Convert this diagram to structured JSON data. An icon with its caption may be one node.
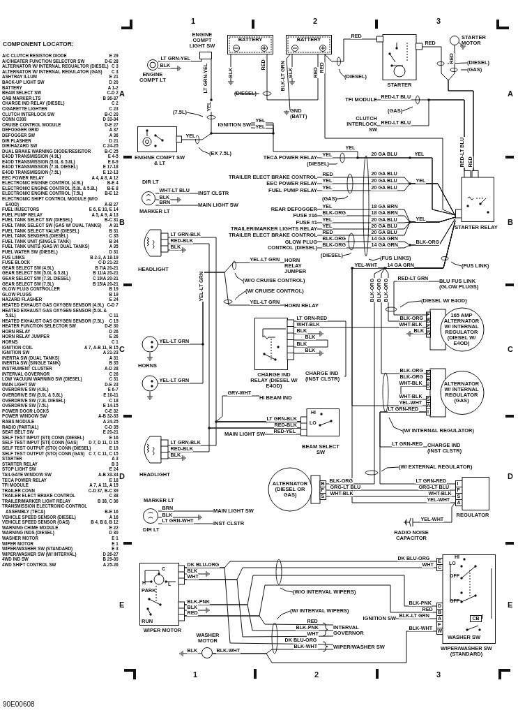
{
  "diagram": {
    "nodes": [
      {
        "text": [
          "ENGINE COMPT LIGHT SW"
        ]
      },
      {
        "text": [
          "ENGINE COMPT LT"
        ]
      },
      {
        "text": [
          "BATTERY"
        ]
      },
      {
        "text": [
          "BATTERY"
        ]
      },
      {
        "text": [
          "STARTER"
        ]
      },
      {
        "text": [
          "STARTER MOTOR"
        ]
      },
      {
        "text": [
          "GND (BATT)"
        ]
      },
      {
        "text": [
          "TFI MODULE"
        ]
      },
      {
        "text": [
          "CLUTCH INTERLOCK SW"
        ]
      },
      {
        "text": [
          "ENGINE COMPT SW & LT"
        ]
      },
      {
        "text": [
          "IGNITION SW"
        ]
      },
      {
        "text": [
          "TECA POWER RELAY"
        ]
      },
      {
        "text": [
          "STARTER RELAY"
        ]
      },
      {
        "text": [
          "TRAILER ELECT BRAKE CONTROL"
        ]
      },
      {
        "text": [
          "EEC POWER RELAY"
        ]
      },
      {
        "text": [
          "FUEL PUMP RELAY"
        ]
      },
      {
        "text": [
          "REAR DEFOGGER"
        ]
      },
      {
        "text": [
          "FUSE #16"
        ]
      },
      {
        "text": [
          "FUSE #1"
        ]
      },
      {
        "text": [
          "TRAILER/MARKER LIGHTS RELAY"
        ]
      },
      {
        "text": [
          "TRAILER ELECT BRAKE CONTROL"
        ]
      },
      {
        "text": [
          "GLOW PLUG CONTROL (DIESEL)"
        ]
      },
      {
        "text": [
          "DIR LT",
          "MARKER LT"
        ]
      },
      {
        "text": [
          "INST CLSTR"
        ]
      },
      {
        "text": [
          "MAIN LIGHT SW"
        ]
      },
      {
        "text": [
          "HEADLIGHT"
        ]
      },
      {
        "text": [
          "HORN RELAY JUMPER"
        ]
      },
      {
        "text": [
          "HORN RELAY"
        ]
      },
      {
        "text": [],
        "shape": "circle"
      },
      {
        "text": [],
        "shape": "circle"
      },
      {
        "text": [
          "CHARGE IND RELAY (DIESEL W/ E4OD)"
        ]
      },
      {
        "text": [
          "CHARGE IND (INST CLSTR)"
        ]
      },
      {
        "text": [
          "HI BEAM IND"
        ]
      },
      {
        "text": [
          "BEAM SELECT SW"
        ]
      },
      {
        "text": [
          "MAIN LIGHT SW"
        ]
      },
      {
        "text": [
          "HEADLIGHT"
        ]
      },
      {
        "text": [
          "BLU FUS LINK (GLOW PLUGS)"
        ]
      },
      {
        "text": [
          "165 AMP ALTERNATOR W/ INTERNAL REGULATOR (DIESEL W/ E4OD)"
        ]
      },
      {
        "text": [
          "ALTERNATOR W/ INTERNAL REGULATOR (GAS)"
        ]
      },
      {
        "text": [
          "CHARGE IND (INST CLSTR)"
        ]
      },
      {
        "text": [
          "ALTERNATOR (DIESEL OR GAS)"
        ]
      },
      {
        "text": [
          "REGULATOR"
        ]
      },
      {
        "text": [
          "RADIO NOISE CAPACITOR"
        ]
      },
      {
        "text": [
          "MARKER LT",
          "DIR LT"
        ]
      },
      {
        "text": [
          "MAIN LIGHT SW"
        ]
      },
      {
        "text": [
          "INST CLSTR"
        ]
      },
      {
        "text": [
          "WIPER MOTOR"
        ]
      },
      {
        "text": [
          "WASHER MOTOR"
        ]
      },
      {
        "text": [
          "INTERVAL GOVERNOR"
        ]
      },
      {
        "text": [
          "WIPER/WASHER SW"
        ]
      },
      {
        "text": [
          "IGNITION SW"
        ]
      },
      {
        "text": [
          "WIPER/WASHER SW (STANDARD)"
        ]
      },
      {
        "text": [
          "CB"
        ],
        "in": 51
      },
      {
        "text": [
          "(DIESEL)"
        ]
      },
      {
        "text": [
          "(DIESEL)"
        ]
      },
      {
        "text": [
          "(DIESEL)"
        ]
      },
      {
        "text": [
          "(GAS)"
        ]
      },
      {
        "text": [
          "(GAS)"
        ]
      },
      {
        "text": [
          "(7.5L)"
        ]
      },
      {
        "text": [
          "(EX 7.5L)"
        ]
      },
      {
        "text": [
          "(DIESEL)"
        ]
      },
      {
        "text": [
          "(GAS)"
        ]
      },
      {
        "text": [
          "(DIESEL)"
        ]
      },
      {
        "text": [
          "(FUS LINKS)"
        ]
      },
      {
        "text": [
          "(FUS LINK)"
        ]
      },
      {
        "text": [
          "(W/O CRUISE CONTROL)"
        ]
      },
      {
        "text": [
          "(W/ CRUISE CONTROL)"
        ]
      },
      {
        "text": [
          "(DIESEL W/ E4OD)"
        ]
      },
      {
        "text": [
          "(W/ INTERNAL REGULATOR)"
        ]
      },
      {
        "text": [
          "(W/ EXTERNAL REGULATOR)"
        ]
      },
      {
        "text": [
          "(W/O INTERVAL WIPERS)"
        ]
      },
      {
        "text": [
          "(W/ INTERVAL WIPERS)"
        ]
      }
    ],
    "edges": [
      {
        "from": 1,
        "to": 0,
        "arrow": "none",
        "label": "LT GRN-YEL"
      },
      {
        "from": 10,
        "to": 0,
        "arrow": "none",
        "label": "LT GRN-YEL"
      },
      {
        "from": 10,
        "to": 9,
        "arrow": "none",
        "label": "YEL"
      },
      {
        "from": 2,
        "to": 3,
        "arrow": "none",
        "label": "RED"
      },
      {
        "from": 3,
        "to": 6,
        "arrow": "none",
        "label": "BLK-LT GRN"
      },
      {
        "from": 3,
        "to": 4,
        "arrow": "none",
        "label": "RED"
      },
      {
        "from": 3,
        "to": 12,
        "arrow": "none",
        "label": "RED"
      },
      {
        "from": 4,
        "to": 12,
        "arrow": "none",
        "label": "RED"
      },
      {
        "from": 5,
        "to": 12,
        "arrow": "none",
        "label": "RED"
      },
      {
        "from": 7,
        "to": 12,
        "arrow": "none",
        "label": "RED-LT BLU"
      },
      {
        "from": 8,
        "to": 12,
        "arrow": "none",
        "label": "RED-LT BLU"
      },
      {
        "from": 10,
        "to": 12,
        "arrow": "none",
        "label": "YEL"
      },
      {
        "from": 11,
        "to": 12,
        "arrow": "none",
        "label": "YEL"
      },
      {
        "from": 13,
        "to": 12,
        "arrow": "none",
        "label": "RED"
      },
      {
        "from": 14,
        "to": 12,
        "arrow": "none",
        "label": "YEL"
      },
      {
        "from": 15,
        "to": 12,
        "arrow": "none",
        "label": "YEL"
      },
      {
        "from": 16,
        "to": 12,
        "arrow": "none",
        "label": "YEL"
      },
      {
        "from": 17,
        "to": 12,
        "arrow": "none",
        "label": "BLK-ORG"
      },
      {
        "from": 18,
        "to": 12,
        "arrow": "none",
        "label": "YEL"
      },
      {
        "from": 19,
        "to": 12,
        "arrow": "none",
        "label": "YEL"
      },
      {
        "from": 20,
        "to": 12,
        "arrow": "none",
        "label": "RED"
      },
      {
        "from": 21,
        "to": 12,
        "arrow": "none",
        "label": "BLK-ORG"
      },
      {
        "from": 22,
        "to": 23,
        "arrow": "none",
        "label": "WHT-LT BLU"
      },
      {
        "from": 22,
        "to": 24,
        "arrow": "none",
        "label": "BRN"
      },
      {
        "from": 25,
        "to": 33,
        "arrow": "none",
        "label": "LT GRN-BLK"
      },
      {
        "from": 25,
        "to": 33,
        "arrow": "none",
        "label": "RED-BLK"
      },
      {
        "from": 28,
        "to": 26,
        "arrow": "none",
        "label": "YEL-LT GRN"
      },
      {
        "from": 29,
        "to": 27,
        "arrow": "none",
        "label": "YEL-LT GRN"
      },
      {
        "from": 12,
        "to": 37,
        "arrow": "none",
        "label": "BLK-ORG"
      },
      {
        "from": 12,
        "to": 38,
        "arrow": "none",
        "label": "BLK-ORG"
      },
      {
        "from": 12,
        "to": 40,
        "arrow": "none",
        "label": "BLK-ORG"
      },
      {
        "from": 36,
        "to": 37,
        "arrow": "none",
        "label": "RED-LT GRN"
      },
      {
        "from": 30,
        "to": 31,
        "arrow": "none",
        "label": "LT GRN-RED"
      },
      {
        "from": 30,
        "to": 37,
        "arrow": "none",
        "label": "WHT-BLK"
      },
      {
        "from": 33,
        "to": 32,
        "arrow": "none",
        "label": "GRY-WHT"
      },
      {
        "from": 33,
        "to": 34,
        "arrow": "none",
        "label": "RED-YEL"
      },
      {
        "from": 35,
        "to": 33,
        "arrow": "none",
        "label": "LT GRN-BLK"
      },
      {
        "from": 35,
        "to": 33,
        "arrow": "none",
        "label": "RED-BLK"
      },
      {
        "from": 38,
        "to": 39,
        "arrow": "none",
        "label": "LT GRN-RED"
      },
      {
        "from": 40,
        "to": 41,
        "arrow": "none",
        "label": "ORG-LT BLU"
      },
      {
        "from": 40,
        "to": 41,
        "arrow": "none",
        "label": "WHT-BLK"
      },
      {
        "from": 41,
        "to": 42,
        "arrow": "none",
        "label": "YEL-WHT"
      },
      {
        "from": 43,
        "to": 44,
        "arrow": "none",
        "label": "BRN"
      },
      {
        "from": 43,
        "to": 45,
        "arrow": "none",
        "label": "LT GRN-WHT"
      },
      {
        "from": 46,
        "to": 51,
        "arrow": "none",
        "label": "DK BLU-ORG"
      },
      {
        "from": 46,
        "to": 51,
        "arrow": "none",
        "label": "WHT"
      },
      {
        "from": 46,
        "to": 51,
        "arrow": "none",
        "label": "BLK-PNK"
      },
      {
        "from": 46,
        "to": 51,
        "arrow": "none",
        "label": "RED"
      },
      {
        "from": 50,
        "to": 51,
        "arrow": "none",
        "label": "BLK-LT GRN"
      },
      {
        "from": 47,
        "to": 51,
        "arrow": "none",
        "label": "BLK-WHT"
      },
      {
        "from": 46,
        "to": 48,
        "arrow": "none",
        "label": "RED"
      },
      {
        "from": 46,
        "to": 48,
        "arrow": "none",
        "label": "BLK-PNK"
      },
      {
        "from": 46,
        "to": 48,
        "arrow": "none",
        "label": "WHT"
      },
      {
        "from": 46,
        "to": 49,
        "arrow": "none",
        "label": "DK BLU-ORG"
      },
      {
        "from": 47,
        "to": 49,
        "arrow": "none",
        "label": "BLK-WHT"
      },
      {
        "from": 12,
        "to": 38,
        "arrow": "none",
        "label": "YEL-WHT"
      },
      {
        "from": 12,
        "to": 41,
        "arrow": "none",
        "label": "YEL-WHT"
      },
      {
        "from": 38,
        "to": 41,
        "arrow": "none",
        "label": "LT GRN-RED"
      },
      {
        "from": 21,
        "to": 12,
        "arrow": "none",
        "label": "BLK-ORG"
      },
      {
        "from": 53,
        "to": null,
        "arrow": "none"
      },
      {
        "from": 54,
        "to": null,
        "arrow": "none"
      },
      {
        "from": 55,
        "to": null,
        "arrow": "none"
      },
      {
        "from": 56,
        "to": null,
        "arrow": "none"
      },
      {
        "from": 57,
        "to": null,
        "arrow": "none"
      },
      {
        "from": 58,
        "to": null,
        "arrow": "none"
      },
      {
        "from": 59,
        "to": null,
        "arrow": "none"
      },
      {
        "from": 60,
        "to": null,
        "arrow": "none"
      },
      {
        "from": 61,
        "to": null,
        "arrow": "none"
      },
      {
        "from": 62,
        "to": null,
        "arrow": "none"
      },
      {
        "from": 63,
        "to": null,
        "arrow": "none"
      },
      {
        "from": 64,
        "to": null,
        "arrow": "none"
      },
      {
        "from": 65,
        "to": null,
        "arrow": "none"
      },
      {
        "from": 66,
        "to": null,
        "arrow": "none"
      },
      {
        "from": 67,
        "to": null,
        "arrow": "none"
      },
      {
        "from": 68,
        "to": null,
        "arrow": "none"
      },
      {
        "from": 69,
        "to": null,
        "arrow": "none"
      },
      {
        "from": 70,
        "to": null,
        "arrow": "none"
      },
      {
        "from": 71,
        "to": null,
        "arrow": "none"
      }
    ],
    "labels": [
      "COMPONENT LOCATOR:",
      "A/C CLUTCH RESISTOR DIODE",
      "E 29",
      "A/C/HEATER FUNCTION SELECTOR SW",
      "D-E 28",
      "ALTERNATOR W/ INTERNAL REGUALTOR (DIESEL)",
      "C 3",
      "ALTERNATOR W/ INTERNAL REGULATOR (GAS)",
      "C 3",
      "ASHTRAY ILLUM",
      "E 21",
      "BACK-UP LIGHT SW",
      "D 20",
      "BATTERY",
      "A 1-2",
      "BEAM SELECT SW",
      "C-D 2",
      "CAB MARKER LTS",
      "B 36-37",
      "CHARGE IND RELAY (DIESEL)",
      "C 2",
      "CIGARETTE LIGHTER",
      "C 23",
      "CLUTCH INTERLOCK SW",
      "B-C 20",
      "CONN C300",
      "D 33-34",
      "CRUISE CONTROL MODULE",
      "D-E 27",
      "DEFOGGER GRID",
      "A 37",
      "DEFOGGER SW",
      "A 36",
      "DIR FLASHER",
      "D 21",
      "DIR/HAZARD SW",
      "C 24-25",
      "DUAL BRAKE WARNING DIODE/RESISTOR",
      "B-C 25",
      "E4OD TRANSMISSION (4.9L)",
      "E 4-5",
      "E4OD TRANSMISSION (5.0L & 5.8L)",
      "E 8-9",
      "E4OD TRANSMISSION (7.3L DIESEL)",
      "E 17-18",
      "E4OD TRANSMISSION (7.5L)",
      "E 12-13",
      "EEC POWER RELAY",
      "A 4, A 8, A 12",
      "ELECTRONIC ENGINE CONTROL (4.9L)",
      "B-E 4",
      "ELECTRONIC ENGINE CONTROL (5.0L & 5.8L)",
      "B-E 8",
      "ELECTRONIC ENGINE CONTROL (7.5L)",
      "B-E 12",
      "ELECTRONIC SHIFT CONTROL MODULE (W/O E4OD)",
      "A-B 27",
      "FUEL INJECTORS",
      "E 6, E 10, E 14",
      "FUEL PUMP RELAY",
      "A 5, A 9, A 13",
      "FUEL TANK SELECT SW (DIESEL)",
      "B-C 31",
      "FUEL TANK SELECT SW (GAS W/ DUAL TANKS)",
      "A 31",
      "FUEL TANK SELECT VALVE (DIESEL)",
      "B 31",
      "FUEL TANK SENDERS (DIESEL)",
      "C 35",
      "FUEL TANK UNIT (SINGLE TANK)",
      "B 34",
      "FUEL TANK UNITS (GAS W/ DUAL TANKS)",
      "A 35",
      "FUEL WATER SW (DIESEL)",
      "D 31",
      "FUS LINKS",
      "B 2-3, A 18-19",
      "FUSE BLOCK",
      "C-D 21-22",
      "GEAR SELECT SW (4.9L)",
      "B 7/A 20-21",
      "GEAR SELECT SW (5.0L & 5.8L)",
      "B 11/A 20-21",
      "GEAR SELECT SW (7.3L DIESEL)",
      "C 19/A 20-21",
      "GEAR SELECT SW (7.5L)",
      "B 15/A 20-21",
      "GLOW PLUG CONTROLLER",
      "B 19",
      "GLOW PLUGS",
      "B 19",
      "HAZARD FLASHER",
      "E 24",
      "HEATED EXHAUST GAS OXYGEN SENSOR (4.9L)",
      "C-D 7",
      "HEATED EXHAUST GAS OXYGEN SENSOR (5.0L & 5.8L)",
      "C 11",
      "HEATED EXHAUST GAS OXYGEN SENSOR (7.5L)",
      "C 15",
      "HEATER FUNCTION SELECTOR SW",
      "D-E 30",
      "HORN RELAY",
      "D 26",
      "HORN RELAY JUMPER",
      "E 26",
      "HORNS",
      "C 1",
      "IGNITION COIL",
      "A 7, A-B 11, B 15",
      "IGNITION SW",
      "A 21-23",
      "INERTIA SW (DUAL TANKS)",
      "A 31",
      "INERTIA SW (SINGLE TANK)",
      "B 35",
      "INSTRUMENT CLUSTER",
      "A-D 28",
      "INTERVAL GOVERNOR",
      "C 26",
      "LOW VACUUM WARNING SW (DIESEL)",
      "C 31",
      "MAIN LIGHT SW",
      "D-E 23",
      "OVERDRIVE SW (4.9L)",
      "E 6-7",
      "OVERDRIVE SW (5.0L & 5.8L)",
      "E 10-11",
      "OVERDRIVE SW (7.3L DIESEL)",
      "C 18",
      "OVERDRIVE SW (7.5L)",
      "E 14-15",
      "POWER DOOR LOCKS",
      "C-E 32",
      "POWER WINDOW SW",
      "A-B 32-33",
      "RABS MODULE",
      "A 24-25",
      "RADIO (PARTIAL)",
      "C-D 35",
      "SEAT BELT SW",
      "E 20-21",
      "SELF TEST INPUT (STI) CONN (DIESEL)",
      "E 16",
      "SELF TEST INPUT (STI) CONN (GAS)",
      "D 7, D 11, D 15",
      "SELF TEST OUTPUT (STO) CONN (DIESEL)",
      "E 19",
      "SELF TEST OUTPUT (STO) CONN (GAS)",
      "C 7, C 11, C 15",
      "STARTER",
      "A 3",
      "STARTER RELAY",
      "B 3",
      "STOP LIGHT SW",
      "E 24",
      "TAILGATE WINDOW SW",
      "A-B 33-34",
      "TECA POWER RELAY",
      "E 18",
      "TFI MODULE",
      "A 7, A 11, A 15",
      "TRAILER CONN",
      "C-D 37, B-C 39",
      "TRAILER ELECT BRAKE CONTROL",
      "C 38",
      "TRAILER/MARKER LIGHT RELAY",
      "B 38, C 36",
      "TRANSMISSION ELECTRONIC CONTROL ASSEMBLY (TECA)",
      "B-E 16",
      "VEHICLE SPEED SENSOR (DIESEL)",
      "A 16",
      "VEHICLE SPEED SENSOR (GAS)",
      "B 4, B 8, B 12",
      "WARNING CHIME MODULE",
      "E 22",
      "WARNING INDS (DIESEL)",
      "D 30",
      "WASHER MOTOR",
      "E 1",
      "WIPER MOTOR",
      "E 1",
      "WIPER/WASHER SW (STANDARD)",
      "E 3",
      "WIPER/WASHER SW (W/ INTERVAL)",
      "D 26-27",
      "4WD IND SW",
      "B 29-30",
      "4WD SHIFT CONTROL SW",
      "A 25-26",
      "90E00608",
      "1",
      "2",
      "3",
      "A",
      "A",
      "B",
      "B",
      "C",
      "C",
      "D",
      "D",
      "E",
      "E",
      "1",
      "2",
      "3",
      "BLK",
      "YEL",
      "YEL",
      "YEL",
      "BLK",
      "BLK",
      "RED",
      "RED-LT BLU",
      "RED",
      "20 GA BLU",
      "YEL",
      "20 GA BLU",
      "20 GA BLU",
      "20 GA BLU",
      "YEL",
      "18 GA BRN",
      "18 GA BRN",
      "20 GA BLU",
      "20 GA BLU",
      "20 GA BLU",
      "14 GA GRN",
      "14 GA GRN",
      "YEL",
      "BLK-ORG",
      "14 GA GRN",
      "BLK",
      "BLK",
      "YEL-LT GRN",
      "YEL-LT GRN",
      "YEL-LT GRN",
      "HORNS",
      "BLK",
      "BLK",
      "BLK",
      "BLK",
      "HI",
      "LO",
      "LT GRN-BLK",
      "RED-BLK",
      "BLK",
      "BLK-ORG",
      "WHT-BLK",
      "BLK",
      "F",
      "B",
      "S",
      "G",
      "BLK-ORG",
      "BLK-ORG",
      "WHT-BLK",
      "WHT-BLK",
      "YEL-WHT",
      "LT GRN-RED",
      "B",
      "B",
      "S",
      "S",
      "A",
      "I",
      "B",
      "F",
      "S",
      "BLK-ORG",
      "ORG-LT BLU",
      "WHT-BLK",
      "I",
      "F",
      "S",
      "A",
      "BLK",
      "BLK",
      "BLK",
      "C",
      "H",
      "L",
      "PARK",
      "RUN",
      "BLK",
      "DK BLU-ORG",
      "WHT",
      "BLK-PNK",
      "RED",
      "BLK-WHT",
      "E",
      "C",
      "D",
      "B",
      "A",
      "F",
      "W",
      "HI",
      "LO",
      "OFF",
      "OFF",
      "WASHER SW"
    ]
  }
}
